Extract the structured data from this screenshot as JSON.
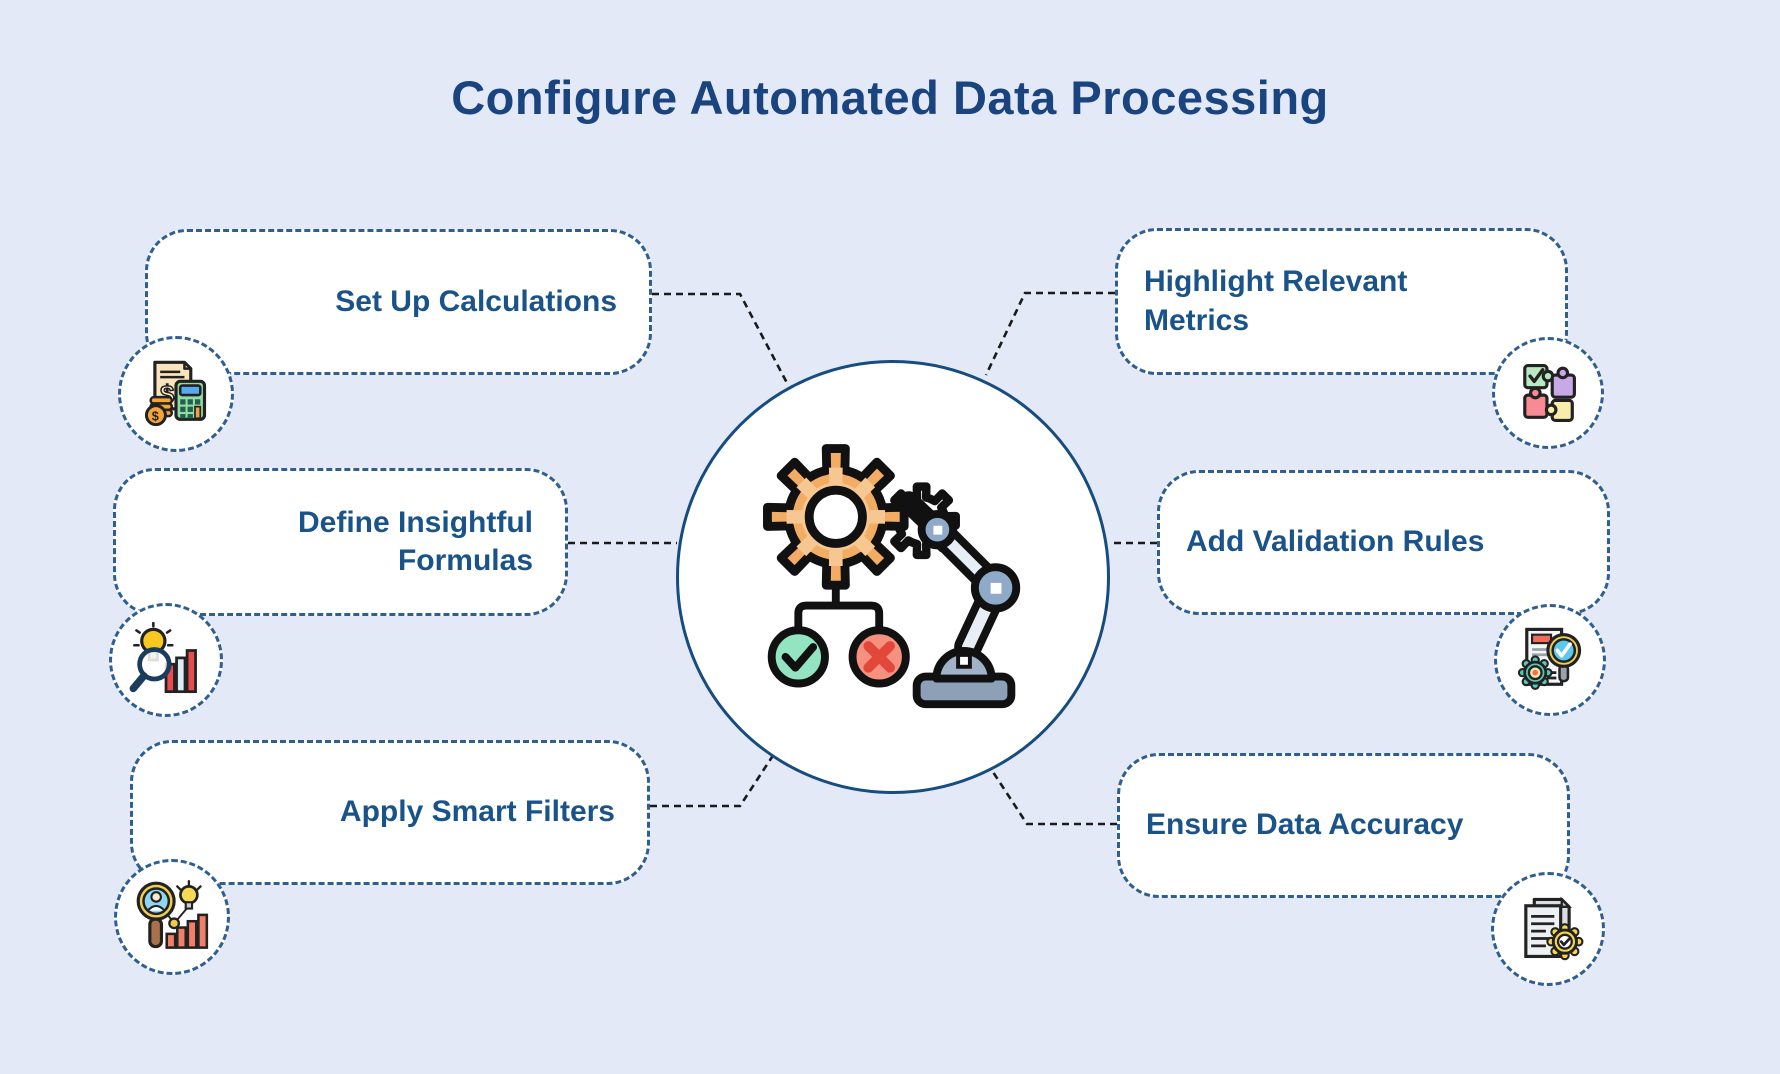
{
  "title": "Configure Automated Data Processing",
  "colors": {
    "background": "#E4E9F8",
    "node_fill": "#FFFFFF",
    "node_border": "#2E5E93",
    "title_text": "#1A447F",
    "label_text": "#1A5389",
    "connector": "#1A1A1A",
    "center_ring": "#164C7F",
    "gear_orange": "#F2AC63",
    "check_green": "#92E5C0",
    "cross_red": "#F69180"
  },
  "center": {
    "icon": "automation-robot-gear-icon"
  },
  "items": [
    {
      "label": "Set Up Calculations",
      "icon": "calculator-receipt-coins-icon",
      "position": "top-left"
    },
    {
      "label": "Define Insightful Formulas",
      "icon": "magnifier-lightbulb-chart-icon",
      "position": "middle-left"
    },
    {
      "label": "Apply Smart Filters",
      "icon": "magnifier-person-chart-icon",
      "position": "bottom-left"
    },
    {
      "label": "Highlight Relevant Metrics",
      "icon": "puzzle-pieces-icon",
      "position": "top-right"
    },
    {
      "label": "Add Validation Rules",
      "icon": "document-magnifier-gear-icon",
      "position": "middle-right"
    },
    {
      "label": "Ensure Data Accuracy",
      "icon": "documents-gear-check-icon",
      "position": "bottom-right"
    }
  ]
}
